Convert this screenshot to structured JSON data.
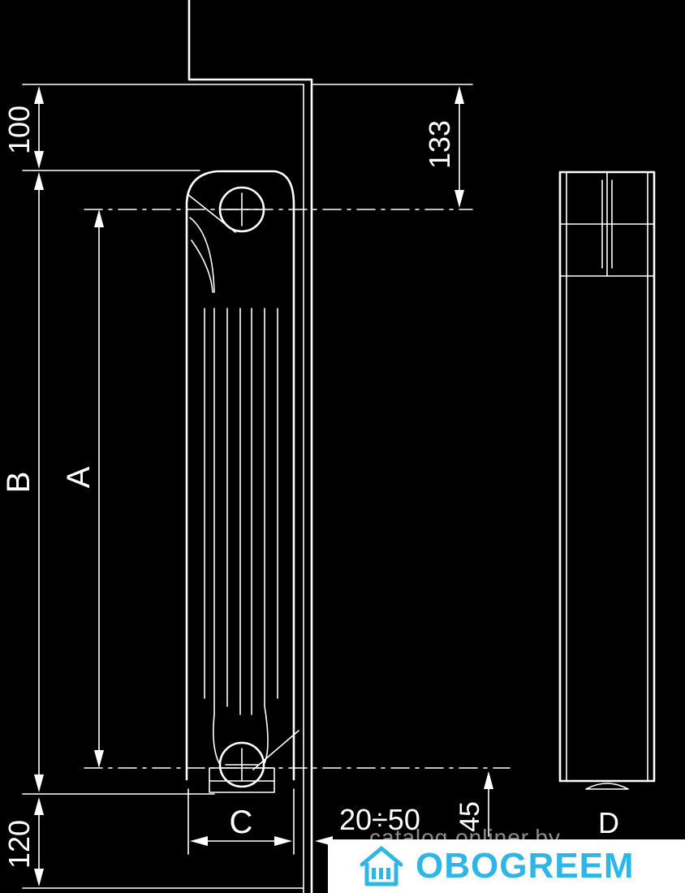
{
  "labels": {
    "dim_100": "100",
    "dim_133": "133",
    "dim_B": "B",
    "dim_A": "A",
    "dim_120": "120",
    "dim_C": "C",
    "dim_20_50": "20÷50",
    "dim_45": "45",
    "dim_D": "D"
  },
  "watermark": "catalog.onliner.by",
  "brand": {
    "name": "OBOGREEM",
    "color": "#2eb7e6"
  },
  "colors": {
    "background": "#000000",
    "lines": "#ffffff"
  }
}
